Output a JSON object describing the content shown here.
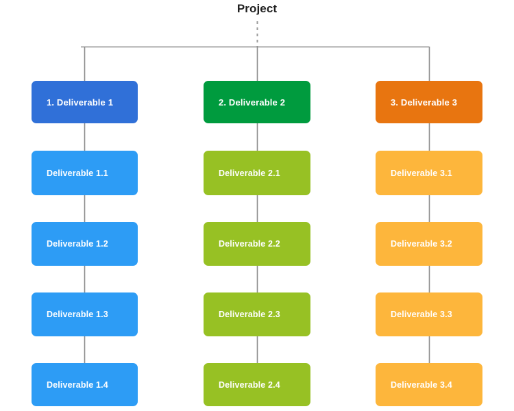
{
  "diagram": {
    "type": "work-breakdown-structure",
    "root": {
      "label": "Project",
      "connector": "dashed"
    },
    "colors": {
      "branch_1_header": "#3070D8",
      "branch_1_child": "#2D9CF5",
      "branch_2_header": "#009B3E",
      "branch_2_child": "#97C124",
      "branch_3_header": "#E87510",
      "branch_3_child": "#FDB63C",
      "connector_line": "#8c8c8c",
      "title_text": "#1f1f1f",
      "box_text": "#ffffff",
      "background": "#ffffff"
    },
    "branches": [
      {
        "header": "1. Deliverable 1",
        "children": [
          "Deliverable 1.1",
          "Deliverable 1.2",
          "Deliverable 1.3",
          "Deliverable 1.4"
        ]
      },
      {
        "header": "2. Deliverable 2",
        "children": [
          "Deliverable 2.1",
          "Deliverable 2.2",
          "Deliverable 2.3",
          "Deliverable 2.4"
        ]
      },
      {
        "header": "3. Deliverable 3",
        "children": [
          "Deliverable 3.1",
          "Deliverable 3.2",
          "Deliverable 3.3",
          "Deliverable 3.4"
        ]
      }
    ]
  }
}
